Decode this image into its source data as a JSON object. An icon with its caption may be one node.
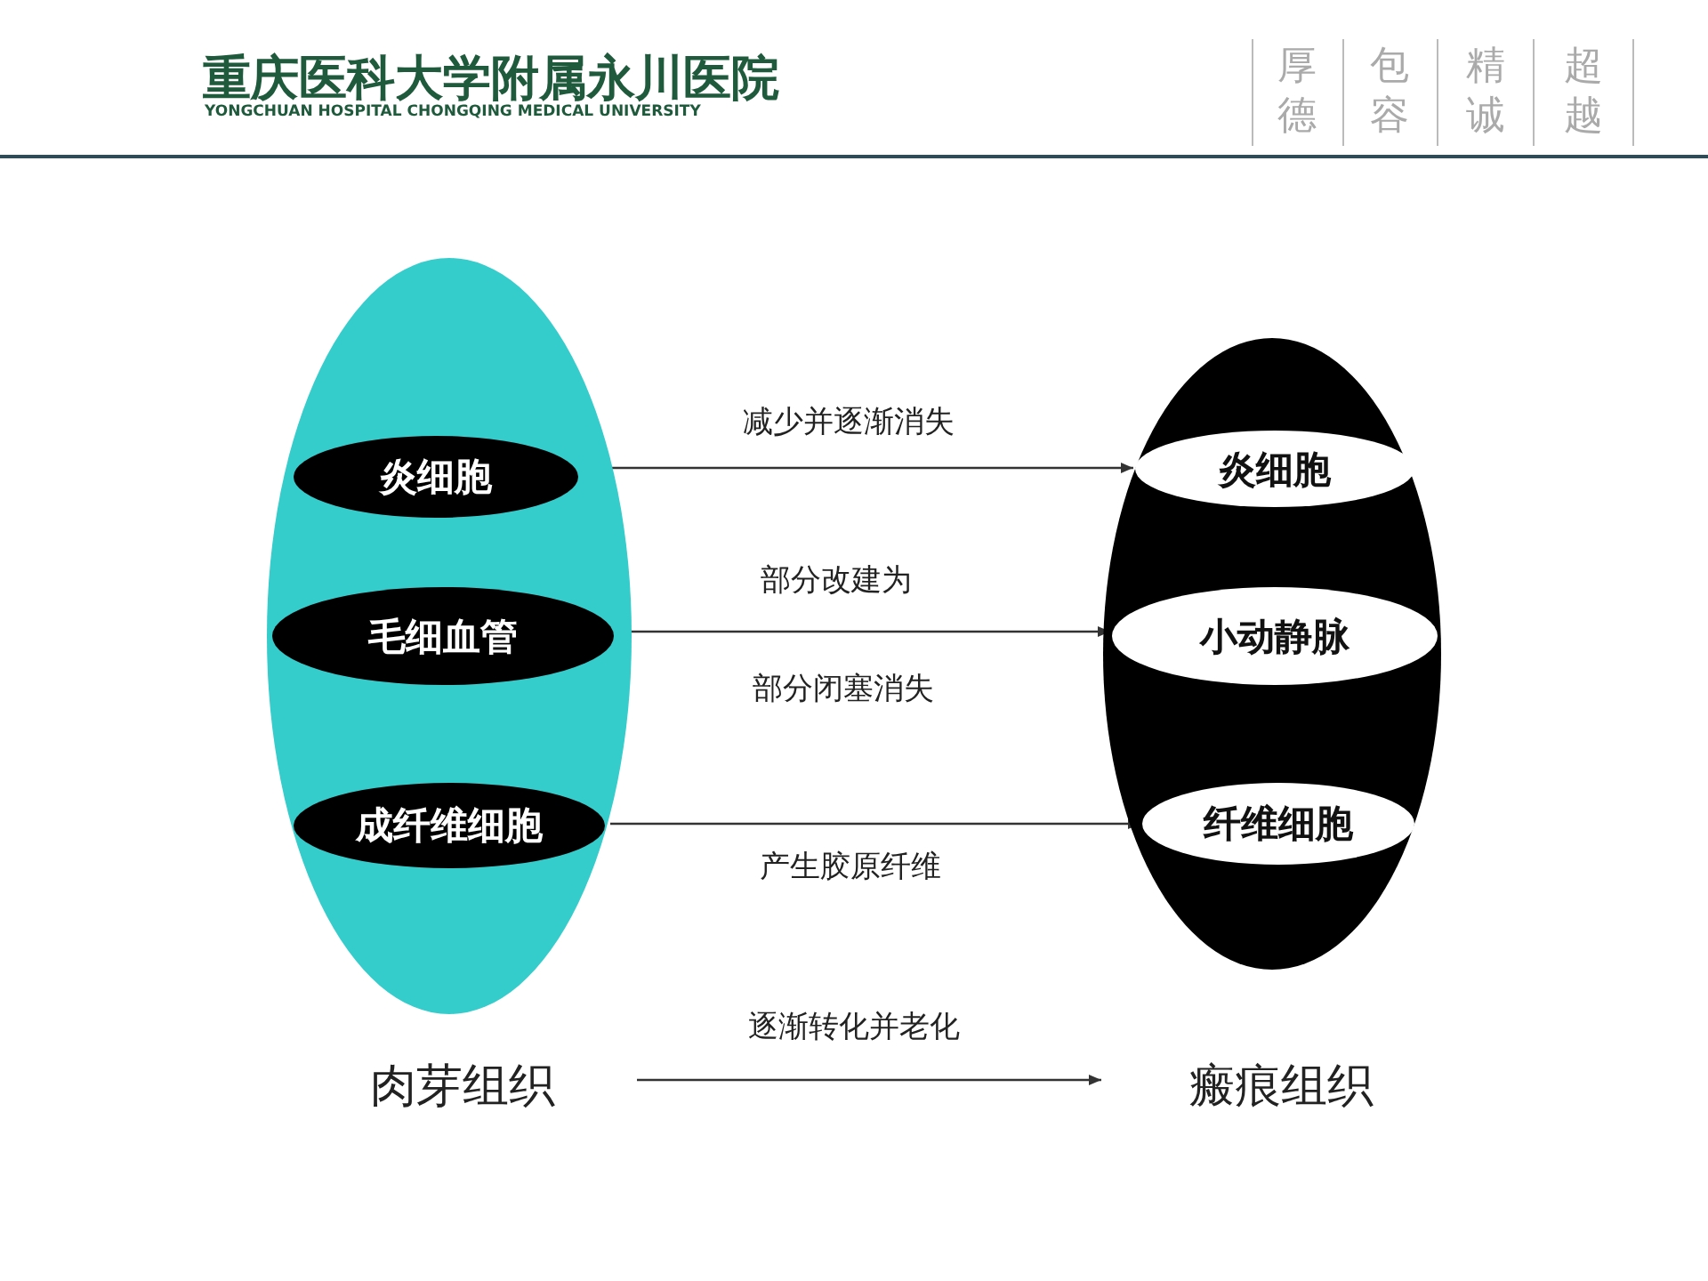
{
  "diagram": {
    "nodes": [
      {
        "text": [
          "肉芽组织"
        ]
      },
      {
        "text": [
          "炎细胞"
        ],
        "in": 0
      },
      {
        "text": [
          "毛细血管"
        ],
        "in": 0
      },
      {
        "text": [
          "成纤维细胞"
        ],
        "in": 0
      },
      {
        "text": [
          "瘢痕组织"
        ]
      },
      {
        "text": [
          "炎细胞"
        ],
        "in": 4
      },
      {
        "text": [
          "小动静脉"
        ],
        "in": 4
      },
      {
        "text": [
          "纤维细胞"
        ],
        "in": 4
      }
    ],
    "edges": [
      {
        "from": 1,
        "to": 5,
        "arrow": "to",
        "label": "减少并逐渐消失"
      },
      {
        "from": 2,
        "to": 6,
        "arrow": "to",
        "label": "部分改建为"
      },
      {
        "from": 3,
        "to": 7,
        "arrow": "to",
        "label": "产生胶原纤维"
      },
      {
        "from": 0,
        "to": 4,
        "arrow": "to",
        "label": "逐渐转化并老化"
      }
    ],
    "labels": [
      "重庆医科大学附属永川医院",
      "YONGCHUAN HOSPITAL CHONGQING MEDICAL UNIVERSITY",
      "厚德",
      "包容",
      "精诚",
      "超越",
      "部分闭塞消失"
    ]
  }
}
